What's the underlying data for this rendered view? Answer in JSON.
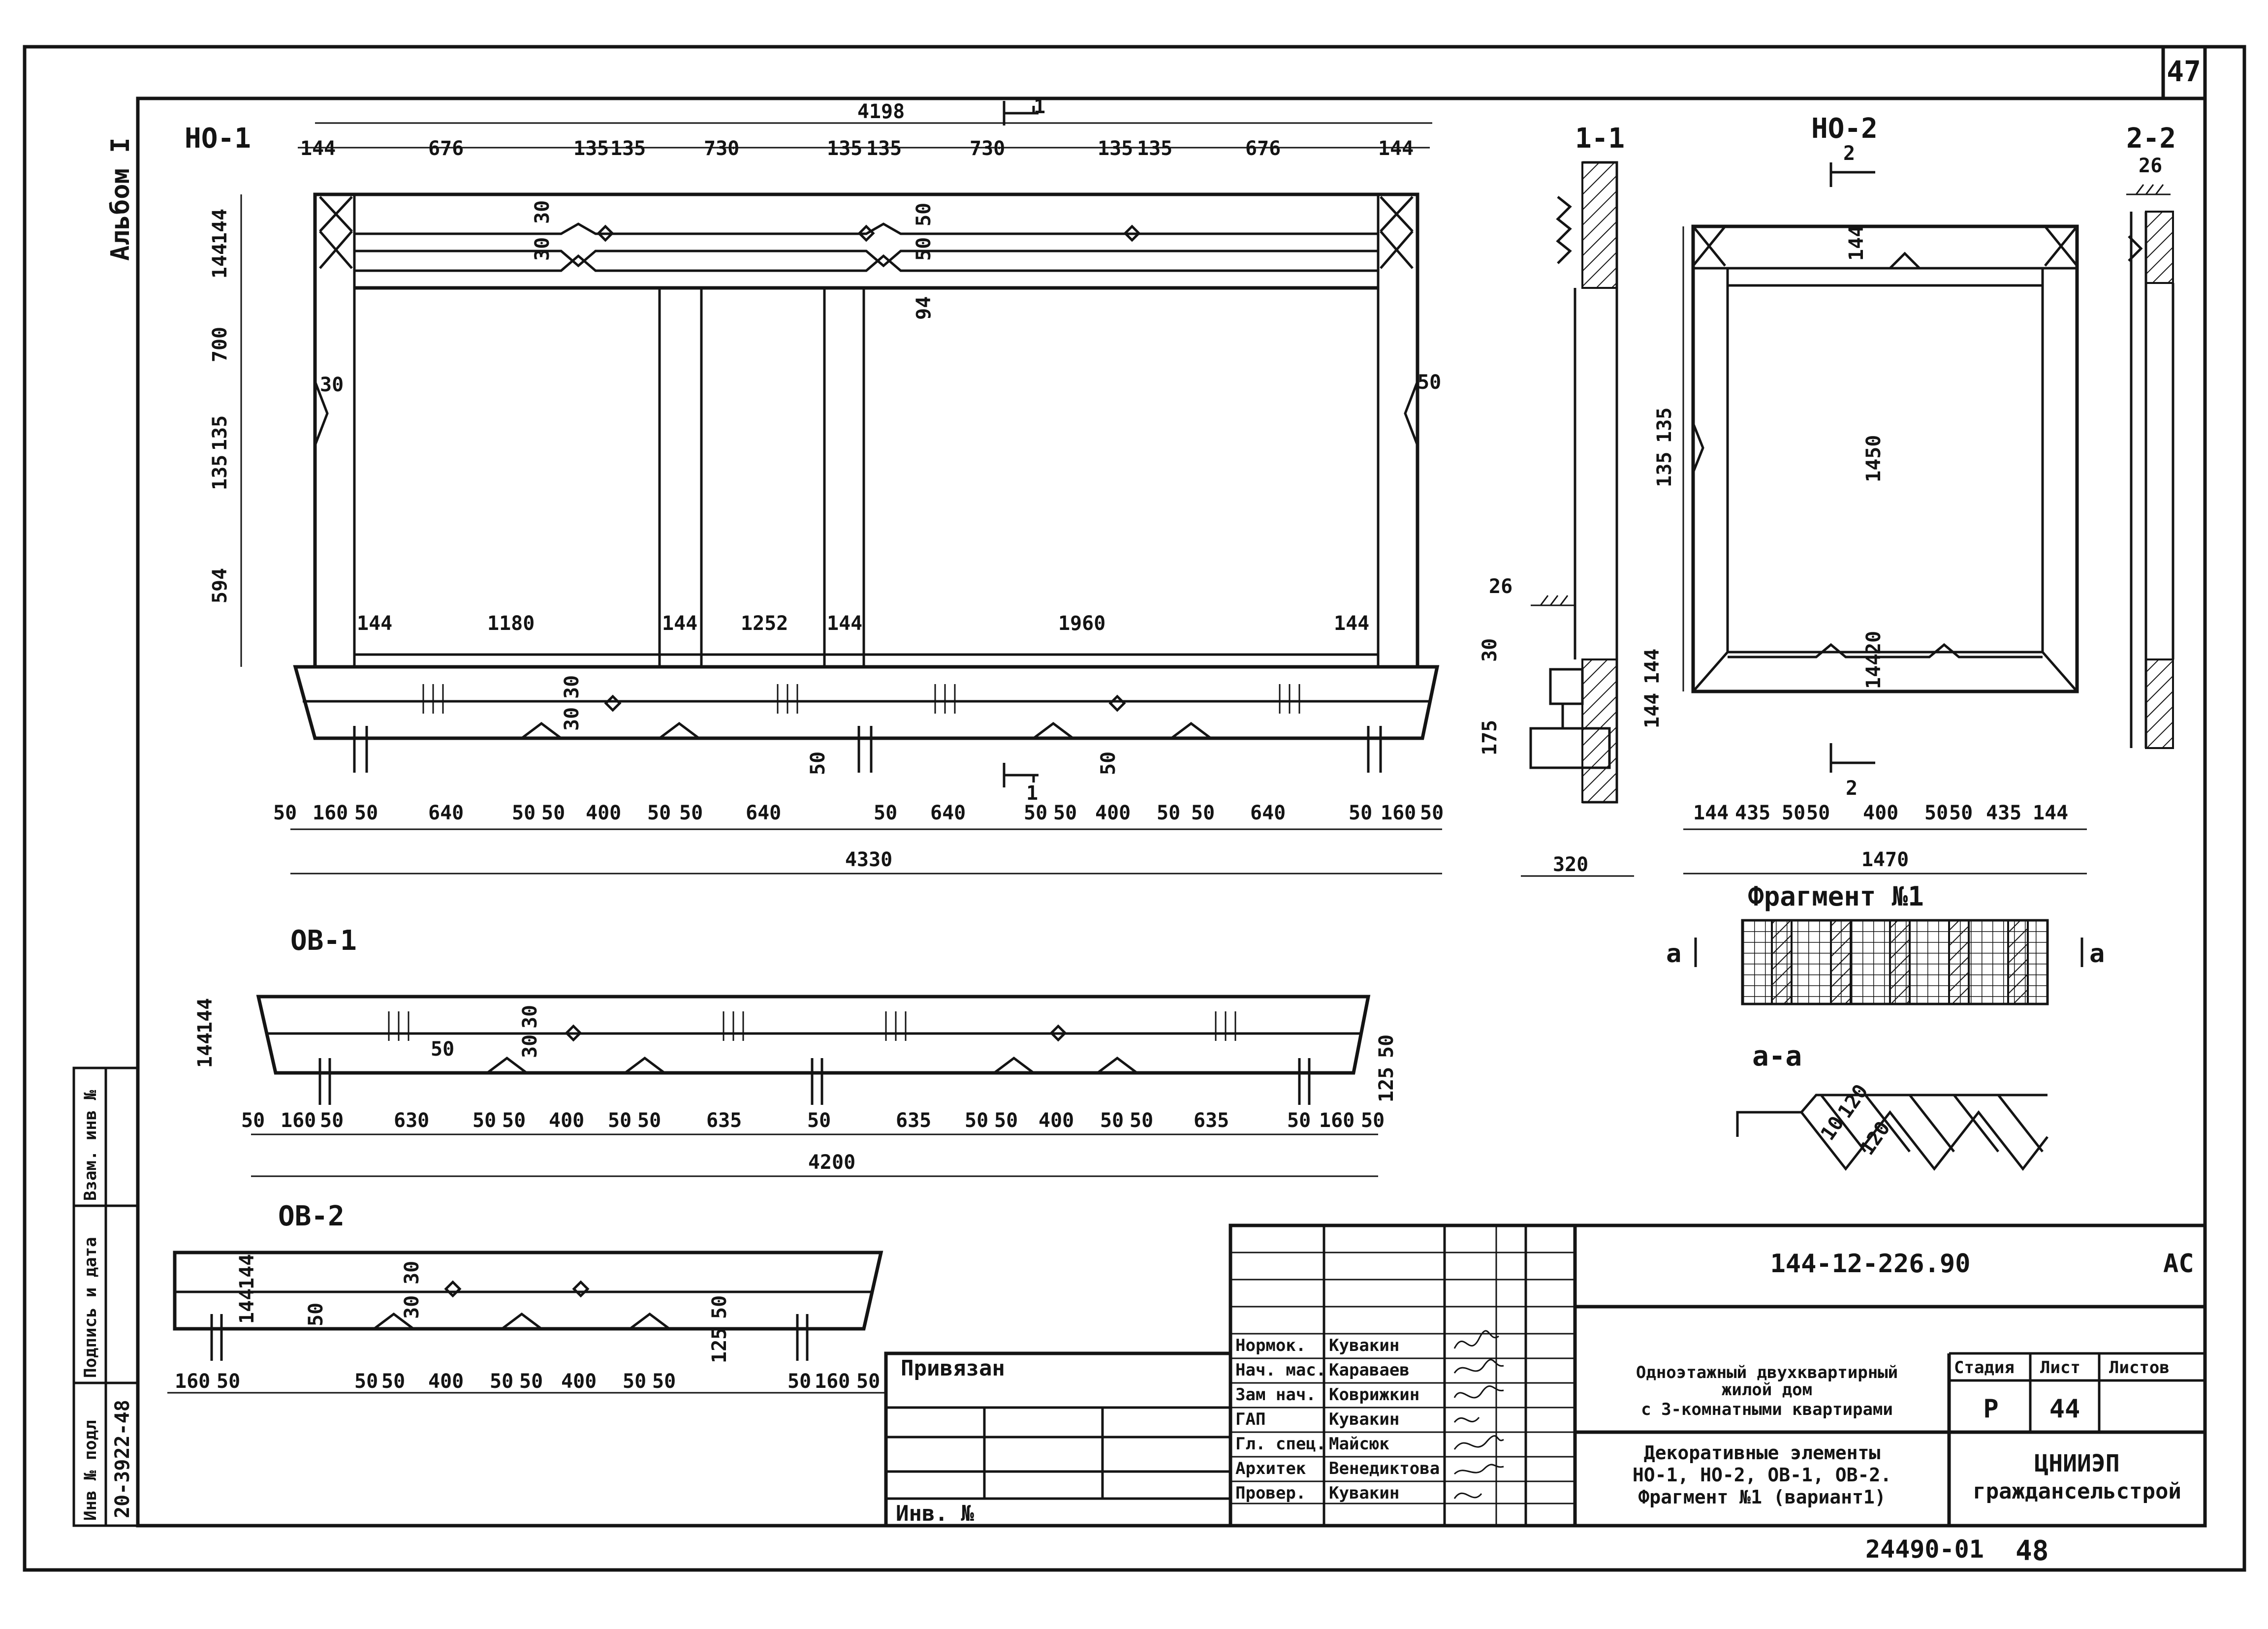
{
  "sheet": {
    "number": "47",
    "album": "Альбом I",
    "doc_number": "24490-01",
    "page_number": "48"
  },
  "views": {
    "no1": {
      "title": "НО-1",
      "top_total": "4198",
      "top_dims": [
        "144",
        "676",
        "135",
        "135",
        "730",
        "135",
        "135",
        "730",
        "135",
        "135",
        "676",
        "144"
      ],
      "left_dims": [
        "144",
        "144",
        "700",
        "135",
        "135",
        "594"
      ],
      "small_dims": [
        "30",
        "30",
        "50",
        "50",
        "94",
        "30",
        "50",
        "30",
        "30",
        "50",
        "50"
      ],
      "inner_dims": [
        "144",
        "1180",
        "144",
        "1252",
        "144",
        "1960",
        "144"
      ],
      "bottom_dims": [
        "50",
        "160",
        "50",
        "640",
        "50",
        "50",
        "400",
        "50",
        "50",
        "640",
        "50",
        "640",
        "50",
        "50",
        "400",
        "50",
        "50",
        "640",
        "50",
        "160",
        "50"
      ],
      "bottom_total": "4330",
      "section_mark_1": "1",
      "section_mark_2": "1"
    },
    "sec11": {
      "title": "1-1",
      "dims": [
        "26",
        "30",
        "175",
        "144",
        "144",
        "320"
      ]
    },
    "no2": {
      "title": "НО-2",
      "section_mark_top": "2",
      "section_mark_bottom": "2",
      "dims": [
        "144",
        "135",
        "135",
        "1450",
        "20",
        "144"
      ],
      "bottom_dims": [
        "144",
        "435",
        "50",
        "50",
        "400",
        "50",
        "50",
        "435",
        "144"
      ],
      "bottom_total": "1470"
    },
    "sec22": {
      "title": "2-2",
      "dims": [
        "26"
      ]
    },
    "fragment": {
      "title": "Фрагмент №1",
      "cut_left": "а",
      "cut_right": "а",
      "section_title": "а-а",
      "dims": [
        "120",
        "120",
        "10"
      ]
    },
    "ob1": {
      "title": "ОВ-1",
      "dims": [
        "144",
        "144",
        "30",
        "30",
        "50",
        "50",
        "125"
      ],
      "bottom_dims": [
        "50",
        "160",
        "50",
        "630",
        "50",
        "50",
        "400",
        "50",
        "50",
        "635",
        "50",
        "635",
        "50",
        "50",
        "400",
        "50",
        "50",
        "635",
        "50",
        "160",
        "50"
      ],
      "bottom_total": "4200"
    },
    "ob2": {
      "title": "ОВ-2",
      "dims": [
        "144",
        "144",
        "30",
        "30",
        "50",
        "50",
        "125"
      ],
      "bottom_dims": [
        "160",
        "50",
        "50",
        "50",
        "400",
        "50",
        "50",
        "400",
        "50",
        "50",
        "50",
        "160",
        "50"
      ]
    }
  },
  "side_stamp": {
    "cols": [
      "Инв № подл",
      "Подпись и дата",
      "Взам. инв №"
    ],
    "inv_value": "20-3922-48"
  },
  "title_block": {
    "code": "144-12-226.90",
    "mark": "АС",
    "bound": "Привязан",
    "inv": "Инв. №",
    "roles": [
      {
        "role": "Нормок.",
        "name": "Кувакин"
      },
      {
        "role": "Нач. мас.",
        "name": "Караваев"
      },
      {
        "role": "Зам нач.",
        "name": "Коврижкин"
      },
      {
        "role": "ГАП",
        "name": "Кувакин"
      },
      {
        "role": "Гл. спец.",
        "name": "Майсюк"
      },
      {
        "role": "Архитек",
        "name": "Венедиктова"
      },
      {
        "role": "Провер.",
        "name": "Кувакин"
      }
    ],
    "project_lines": [
      "Одноэтажный двухквартирный",
      "жилой дом",
      "с 3-комнатными квартирами"
    ],
    "sheet_lines": [
      "Декоративные элементы",
      "НО-1, НО-2, ОВ-1, ОВ-2.",
      "Фрагмент №1 (вариант1)"
    ],
    "stage_label": "Стадия",
    "sheet_label": "Лист",
    "sheets_label": "Листов",
    "stage": "Р",
    "sheet": "44",
    "org_lines": [
      "ЦНИИЭП",
      "граждансельстрой"
    ]
  }
}
